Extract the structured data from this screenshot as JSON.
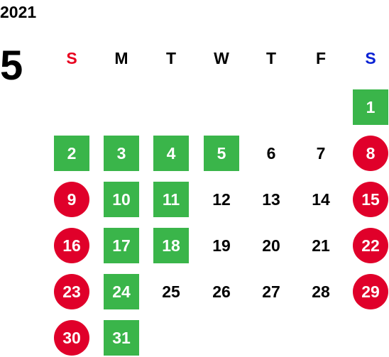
{
  "year": "2021",
  "month": "5",
  "colors": {
    "sunday_header": "#e8001f",
    "saturday_header": "#0a22d4",
    "weekday_header": "#000000",
    "box_green": "#3ab54a",
    "circle_red": "#e0002a"
  },
  "weekdays": [
    "S",
    "M",
    "T",
    "W",
    "T",
    "F",
    "S"
  ],
  "days": [
    {
      "label": "1",
      "col": 6,
      "week": 0,
      "style": "box"
    },
    {
      "label": "2",
      "col": 0,
      "week": 1,
      "style": "box"
    },
    {
      "label": "3",
      "col": 1,
      "week": 1,
      "style": "box"
    },
    {
      "label": "4",
      "col": 2,
      "week": 1,
      "style": "box"
    },
    {
      "label": "5",
      "col": 3,
      "week": 1,
      "style": "box"
    },
    {
      "label": "6",
      "col": 4,
      "week": 1,
      "style": "plain"
    },
    {
      "label": "7",
      "col": 5,
      "week": 1,
      "style": "plain"
    },
    {
      "label": "8",
      "col": 6,
      "week": 1,
      "style": "circle"
    },
    {
      "label": "9",
      "col": 0,
      "week": 2,
      "style": "circle"
    },
    {
      "label": "10",
      "col": 1,
      "week": 2,
      "style": "box"
    },
    {
      "label": "11",
      "col": 2,
      "week": 2,
      "style": "box"
    },
    {
      "label": "12",
      "col": 3,
      "week": 2,
      "style": "plain"
    },
    {
      "label": "13",
      "col": 4,
      "week": 2,
      "style": "plain"
    },
    {
      "label": "14",
      "col": 5,
      "week": 2,
      "style": "plain"
    },
    {
      "label": "15",
      "col": 6,
      "week": 2,
      "style": "circle"
    },
    {
      "label": "16",
      "col": 0,
      "week": 3,
      "style": "circle"
    },
    {
      "label": "17",
      "col": 1,
      "week": 3,
      "style": "box"
    },
    {
      "label": "18",
      "col": 2,
      "week": 3,
      "style": "box"
    },
    {
      "label": "19",
      "col": 3,
      "week": 3,
      "style": "plain"
    },
    {
      "label": "20",
      "col": 4,
      "week": 3,
      "style": "plain"
    },
    {
      "label": "21",
      "col": 5,
      "week": 3,
      "style": "plain"
    },
    {
      "label": "22",
      "col": 6,
      "week": 3,
      "style": "circle"
    },
    {
      "label": "23",
      "col": 0,
      "week": 4,
      "style": "circle"
    },
    {
      "label": "24",
      "col": 1,
      "week": 4,
      "style": "box"
    },
    {
      "label": "25",
      "col": 2,
      "week": 4,
      "style": "plain"
    },
    {
      "label": "26",
      "col": 3,
      "week": 4,
      "style": "plain"
    },
    {
      "label": "27",
      "col": 4,
      "week": 4,
      "style": "plain"
    },
    {
      "label": "28",
      "col": 5,
      "week": 4,
      "style": "plain"
    },
    {
      "label": "29",
      "col": 6,
      "week": 4,
      "style": "circle"
    },
    {
      "label": "30",
      "col": 0,
      "week": 5,
      "style": "circle"
    },
    {
      "label": "31",
      "col": 1,
      "week": 5,
      "style": "box"
    }
  ]
}
